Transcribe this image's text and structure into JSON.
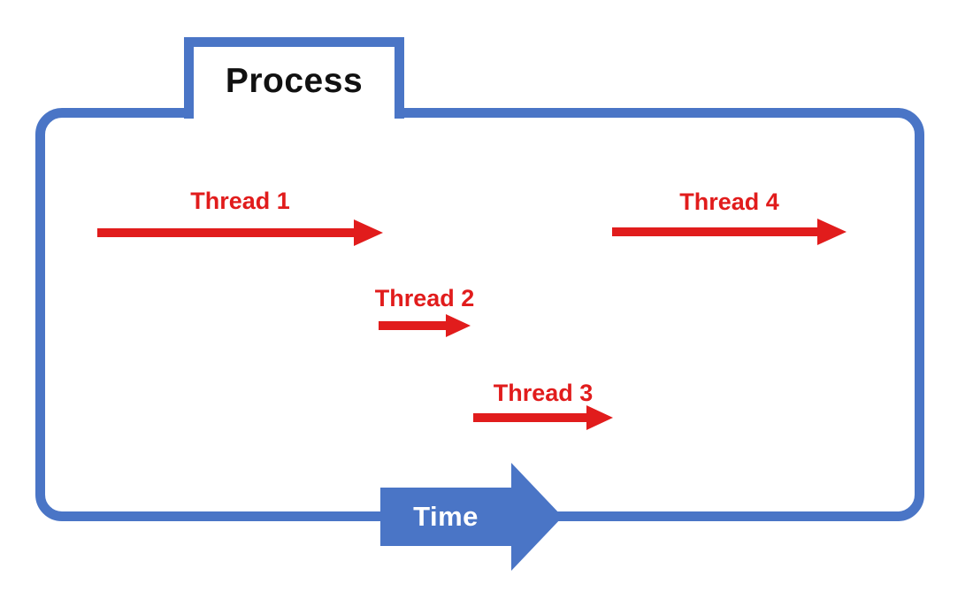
{
  "process": {
    "label": "Process"
  },
  "threads": [
    {
      "label": "Thread 1"
    },
    {
      "label": "Thread 2"
    },
    {
      "label": "Thread 3"
    },
    {
      "label": "Thread 4"
    }
  ],
  "time": {
    "label": "Time"
  },
  "colors": {
    "box_blue": "#4a75c6",
    "thread_red": "#e11c1c",
    "time_text": "#ffffff",
    "process_text": "#111111",
    "canvas_bg": "#ffffff"
  }
}
